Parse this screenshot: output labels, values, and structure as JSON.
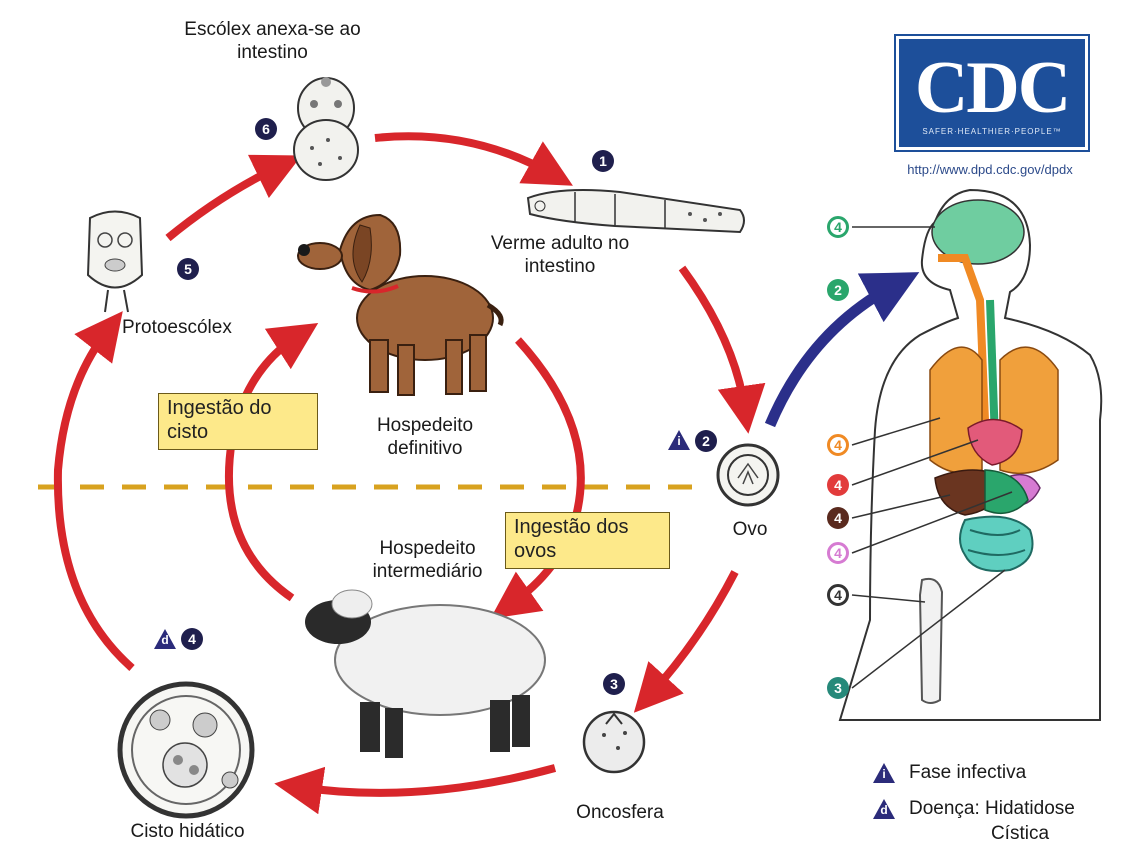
{
  "logo": {
    "text": "CDC",
    "tagline": "SAFER·HEALTHIER·PEOPLE™",
    "url": "http://www.dpd.cdc.gov/dpdx"
  },
  "labels": {
    "scolex": "Escólex anexa-se ao intestino",
    "adult_worm": "Verme adulto no intestino",
    "protoscolex": "Protoescólex",
    "definitive_host": "Hospedeito definitivo",
    "intermediate_host": "Hospedeito intermediário",
    "egg": "Ovo",
    "oncosphere": "Oncosfera",
    "hydatid_cyst": "Cisto hidático"
  },
  "boxes": {
    "cyst_ingestion": "Ingestão do cisto",
    "egg_ingestion": "Ingestão dos ovos"
  },
  "steps": {
    "s1": "1",
    "s2": "2",
    "s3": "3",
    "s4": "4",
    "s5": "5",
    "s6": "6"
  },
  "markers": {
    "infective": "i",
    "disease": "d"
  },
  "legend": {
    "infective": "Fase infectiva",
    "disease_line1": "Doença: Hidatidose",
    "disease_line2": "Cística"
  },
  "colors": {
    "cycle_arrow": "#d8262b",
    "human_arrow": "#2b2f8a",
    "dashed_line": "#d8a21f",
    "box_fill": "#fde98a",
    "badge_dark": "#1f1f4d",
    "green": "#2aa66c",
    "orange": "#f08a24",
    "red": "#e23b3b",
    "brown": "#5a2a1e",
    "pink": "#d67bd2",
    "bone": "#eeeeee",
    "teal": "#26897a"
  }
}
